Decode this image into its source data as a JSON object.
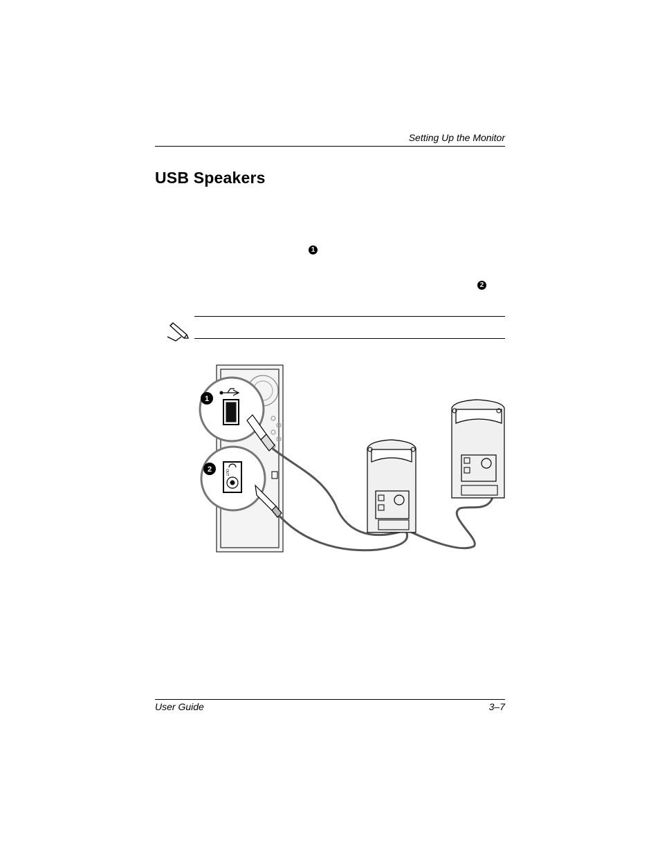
{
  "header": {
    "section_title": "Setting Up the Monitor"
  },
  "main": {
    "title": "USB Speakers",
    "callout_1": "1",
    "callout_2": "2",
    "figure": {
      "label_1": "1",
      "label_2": "2",
      "jack_label": "OUT"
    }
  },
  "icons": {
    "note": "pencil-note-icon",
    "usb": "usb-icon",
    "audio": "headphone-icon"
  },
  "footer": {
    "left": "User Guide",
    "right": "3–7"
  }
}
